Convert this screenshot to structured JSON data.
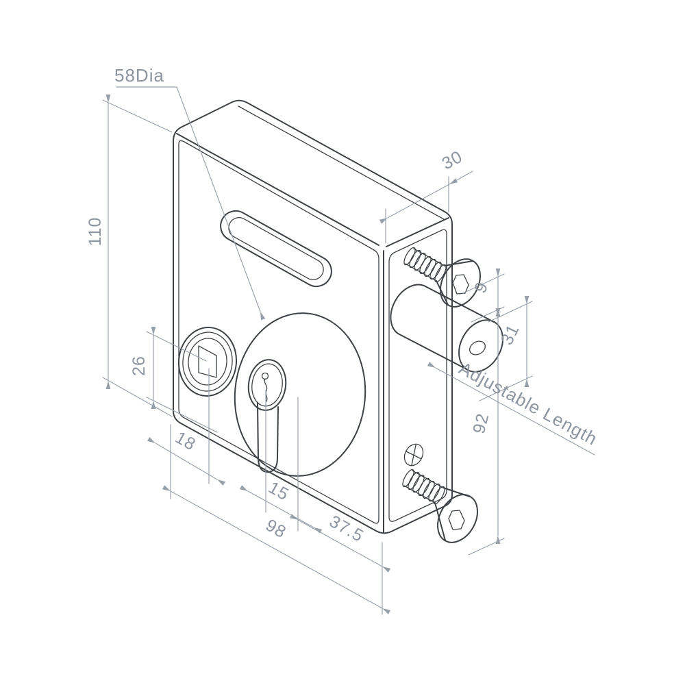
{
  "drawing": {
    "dimension_labels": {
      "boss_diameter": "58Dia",
      "body_height": "110",
      "body_depth": "30",
      "head_gap": "9",
      "pin_length": "31",
      "adjustable_length": "Adjustable Length",
      "bolt_spacing": "92",
      "follower_offset": "26",
      "follower_from_edge": "18",
      "cylinder_offset": "15",
      "backset": "37.5",
      "body_width": "98"
    },
    "colors": {
      "outline": "#3d4145",
      "dimension": "#98a0aa",
      "dimension_text": "#8d95a0",
      "background": "#ffffff"
    }
  }
}
